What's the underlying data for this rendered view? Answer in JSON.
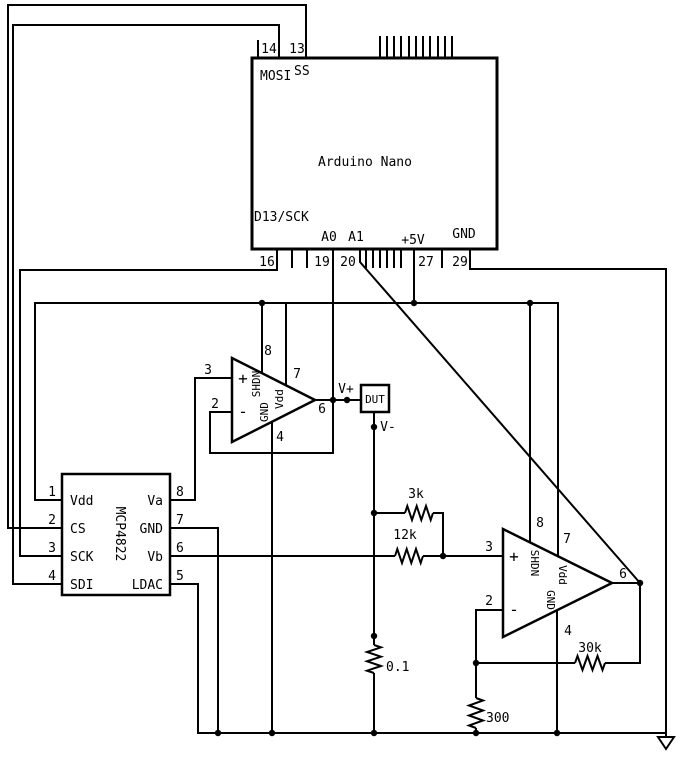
{
  "colors": {
    "line": "#000000",
    "background": "#ffffff"
  },
  "arduino": {
    "title": "Arduino Nano",
    "label_mosi": "MOSI",
    "label_ss": "SS",
    "label_d13_sck": "D13/SCK",
    "label_a0": "A0",
    "label_a1": "A1",
    "label_5v": "+5V",
    "label_gnd": "GND",
    "pin14": "14",
    "pin13": "13",
    "pin16": "16",
    "pin19": "19",
    "pin20": "20",
    "pin27": "27",
    "pin29": "29"
  },
  "dac": {
    "title": "MCP4822",
    "pins": {
      "p1": {
        "num": "1",
        "name": "Vdd"
      },
      "p2": {
        "num": "2",
        "name": "CS"
      },
      "p3": {
        "num": "3",
        "name": "SCK"
      },
      "p4": {
        "num": "4",
        "name": "SDI"
      },
      "p8": {
        "num": "8",
        "name": "Va"
      },
      "p7": {
        "num": "7",
        "name": "GND"
      },
      "p6": {
        "num": "6",
        "name": "Vb"
      },
      "p5": {
        "num": "5",
        "name": "LDAC"
      }
    }
  },
  "opamp1": {
    "plus": "+",
    "minus": "-",
    "pin3": "3",
    "pin2": "2",
    "pin8": "8",
    "pin7": "7",
    "pin4": "4",
    "pin6": "6",
    "shdn": "SHDN",
    "vdd": "Vdd",
    "gnd": "GND"
  },
  "opamp2": {
    "plus": "+",
    "minus": "-",
    "pin3": "3",
    "pin2": "2",
    "pin8": "8",
    "pin7": "7",
    "pin4": "4",
    "pin6": "6",
    "shdn": "SHDN",
    "vdd": "Vdd",
    "gnd": "GND"
  },
  "dut": {
    "label": "DUT"
  },
  "nets": {
    "vplus": "V+",
    "vminus": "V-"
  },
  "resistors": {
    "r_3k": "3k",
    "r_12k": "12k",
    "r_0_1": "0.1",
    "r_30k": "30k",
    "r_300": "300"
  }
}
